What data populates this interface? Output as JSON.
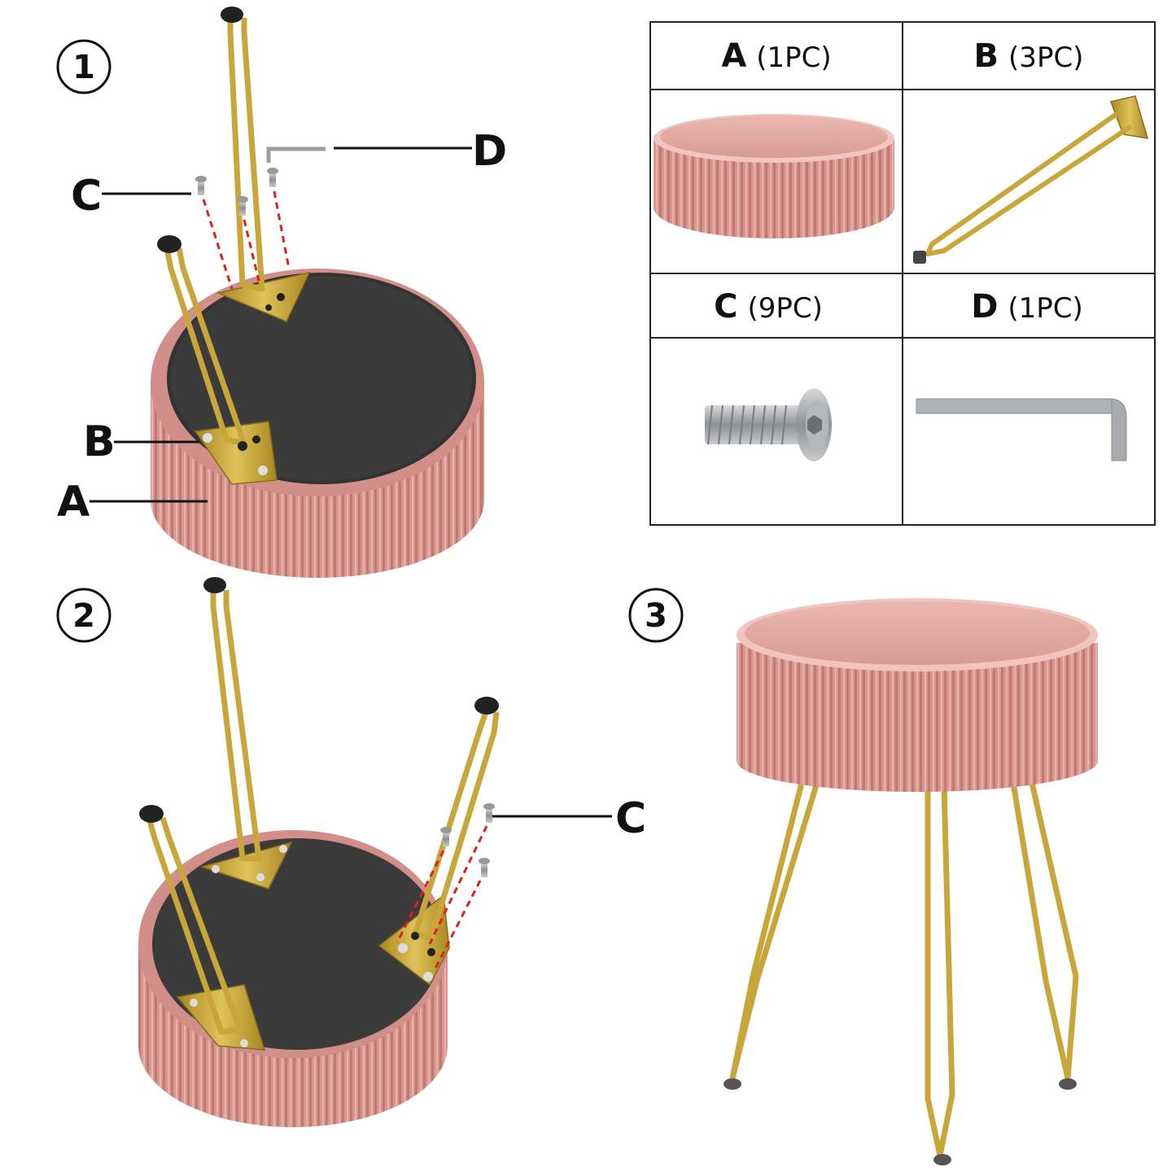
{
  "steps": [
    "①",
    "②",
    "③"
  ],
  "labels": {
    "step1": {
      "c": "C",
      "d": "D",
      "b": "B",
      "a": "A"
    },
    "step2": {
      "c": "C"
    }
  },
  "parts_table": [
    {
      "letter": "A",
      "qty": "(1PC)",
      "item": "ottoman seat"
    },
    {
      "letter": "B",
      "qty": "(3PC)",
      "item": "hairpin leg"
    },
    {
      "letter": "C",
      "qty": "(9PC)",
      "item": "screw"
    },
    {
      "letter": "D",
      "qty": "(1PC)",
      "item": "hex key"
    }
  ],
  "colors": {
    "velvet": "#d99a94",
    "velvet_dark": "#c27c77",
    "velvet_light": "#e8b3ad",
    "gold": "#c9a63a",
    "gold_dark": "#9c7d22",
    "underside": "#3a3a3a",
    "dash": "#e02020",
    "steel": "#a9acaf"
  }
}
